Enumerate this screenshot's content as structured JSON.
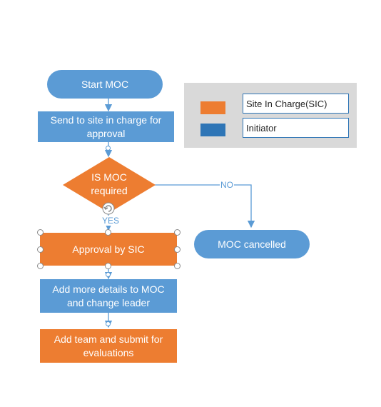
{
  "flowchart": {
    "start": "Start  MOC",
    "send_to_sic": "Send to site in charge for approval",
    "decision": "IS MOC required",
    "edge_no": "NO",
    "edge_yes": "YES",
    "approval": "Approval by SIC",
    "cancelled": "MOC cancelled",
    "add_details": "Add more details to MOC and change leader",
    "add_team": "Add team and submit for evaluations"
  },
  "legend": {
    "items": [
      {
        "label": "Site In Charge(SIC)",
        "color": "#ed7d31"
      },
      {
        "label": "Initiator",
        "color": "#2e75b6"
      }
    ]
  },
  "colors": {
    "initiator_fill": "#5b9bd5",
    "sic_fill": "#ed7d31",
    "connector": "#5b9bd5"
  }
}
